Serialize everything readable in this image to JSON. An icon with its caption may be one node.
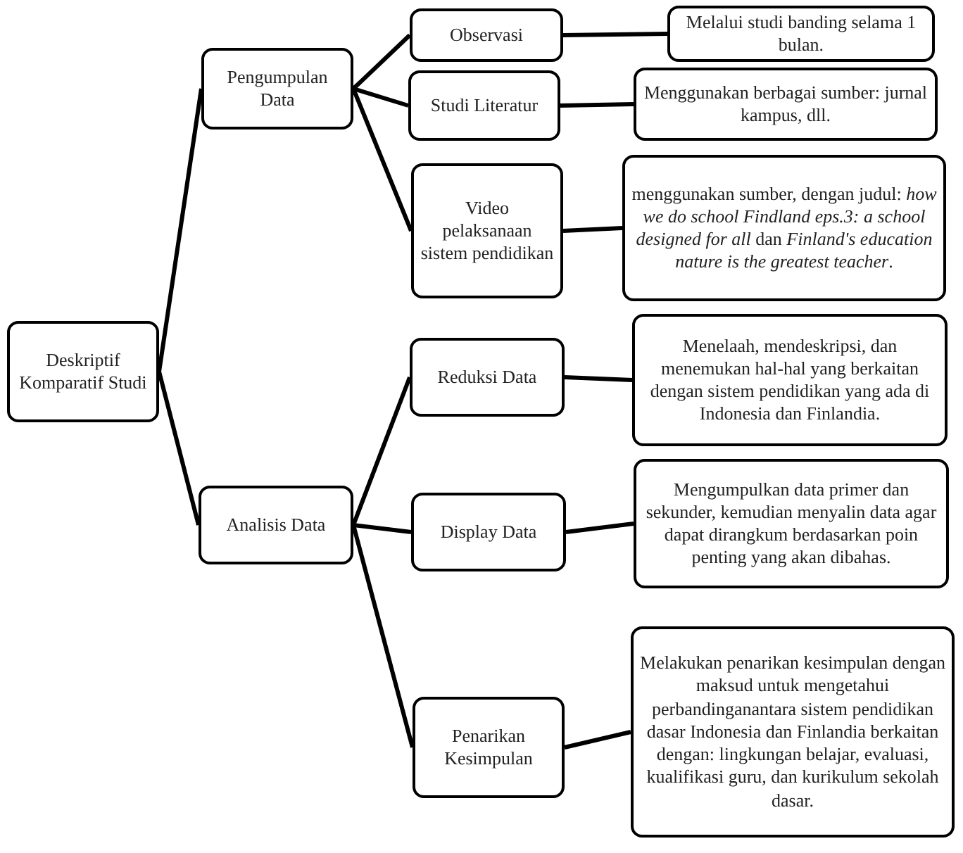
{
  "diagram": {
    "nodes": [
      {
        "text": [
          "Deskriptif Komparatif Studi"
        ]
      },
      {
        "text": [
          "Pengumpulan Data"
        ]
      },
      {
        "text": [
          "Observasi"
        ]
      },
      {
        "text": [
          "Melalui studi banding selama 1 bulan."
        ]
      },
      {
        "text": [
          "Studi Literatur"
        ]
      },
      {
        "text": [
          "Menggunakan berbagai sumber: jurnal kampus, dll."
        ]
      },
      {
        "text": [
          "Video pelaksanaan sistem pendidikan"
        ]
      },
      {
        "text": [
          "menggunakan sumber, dengan judul: *how we do school Findland eps.3: a school designed for all* dan *Finland's education nature is the greatest teacher*."
        ]
      },
      {
        "text": [
          "Analisis Data"
        ]
      },
      {
        "text": [
          "Reduksi Data"
        ]
      },
      {
        "text": [
          "Menelaah, mendeskripsi, dan menemukan hal-hal yang berkaitan dengan sistem pendidikan yang ada di Indonesia dan Finlandia."
        ]
      },
      {
        "text": [
          "Display Data"
        ]
      },
      {
        "text": [
          "Mengumpulkan data primer dan sekunder, kemudian menyalin data agar dapat dirangkum berdasarkan poin penting yang akan dibahas."
        ]
      },
      {
        "text": [
          "Penarikan Kesimpulan"
        ]
      },
      {
        "text": [
          "Melakukan penarikan kesimpulan dengan maksud untuk mengetahui perbandinganantara sistem pendidikan dasar Indonesia dan Finlandia berkaitan dengan: lingkungan belajar, evaluasi, kualifikasi guru, dan kurikulum sekolah dasar."
        ]
      }
    ],
    "edges": [
      {
        "from": 0,
        "to": 1,
        "arrow": "none"
      },
      {
        "from": 0,
        "to": 8,
        "arrow": "none"
      },
      {
        "from": 1,
        "to": 2,
        "arrow": "none"
      },
      {
        "from": 1,
        "to": 4,
        "arrow": "none"
      },
      {
        "from": 1,
        "to": 6,
        "arrow": "none"
      },
      {
        "from": 2,
        "to": 3,
        "arrow": "none"
      },
      {
        "from": 4,
        "to": 5,
        "arrow": "none"
      },
      {
        "from": 6,
        "to": 7,
        "arrow": "none"
      },
      {
        "from": 8,
        "to": 9,
        "arrow": "none"
      },
      {
        "from": 8,
        "to": 11,
        "arrow": "none"
      },
      {
        "from": 8,
        "to": 13,
        "arrow": "none"
      },
      {
        "from": 9,
        "to": 10,
        "arrow": "none"
      },
      {
        "from": 11,
        "to": 12,
        "arrow": "none"
      },
      {
        "from": 13,
        "to": 14,
        "arrow": "none"
      }
    ]
  }
}
